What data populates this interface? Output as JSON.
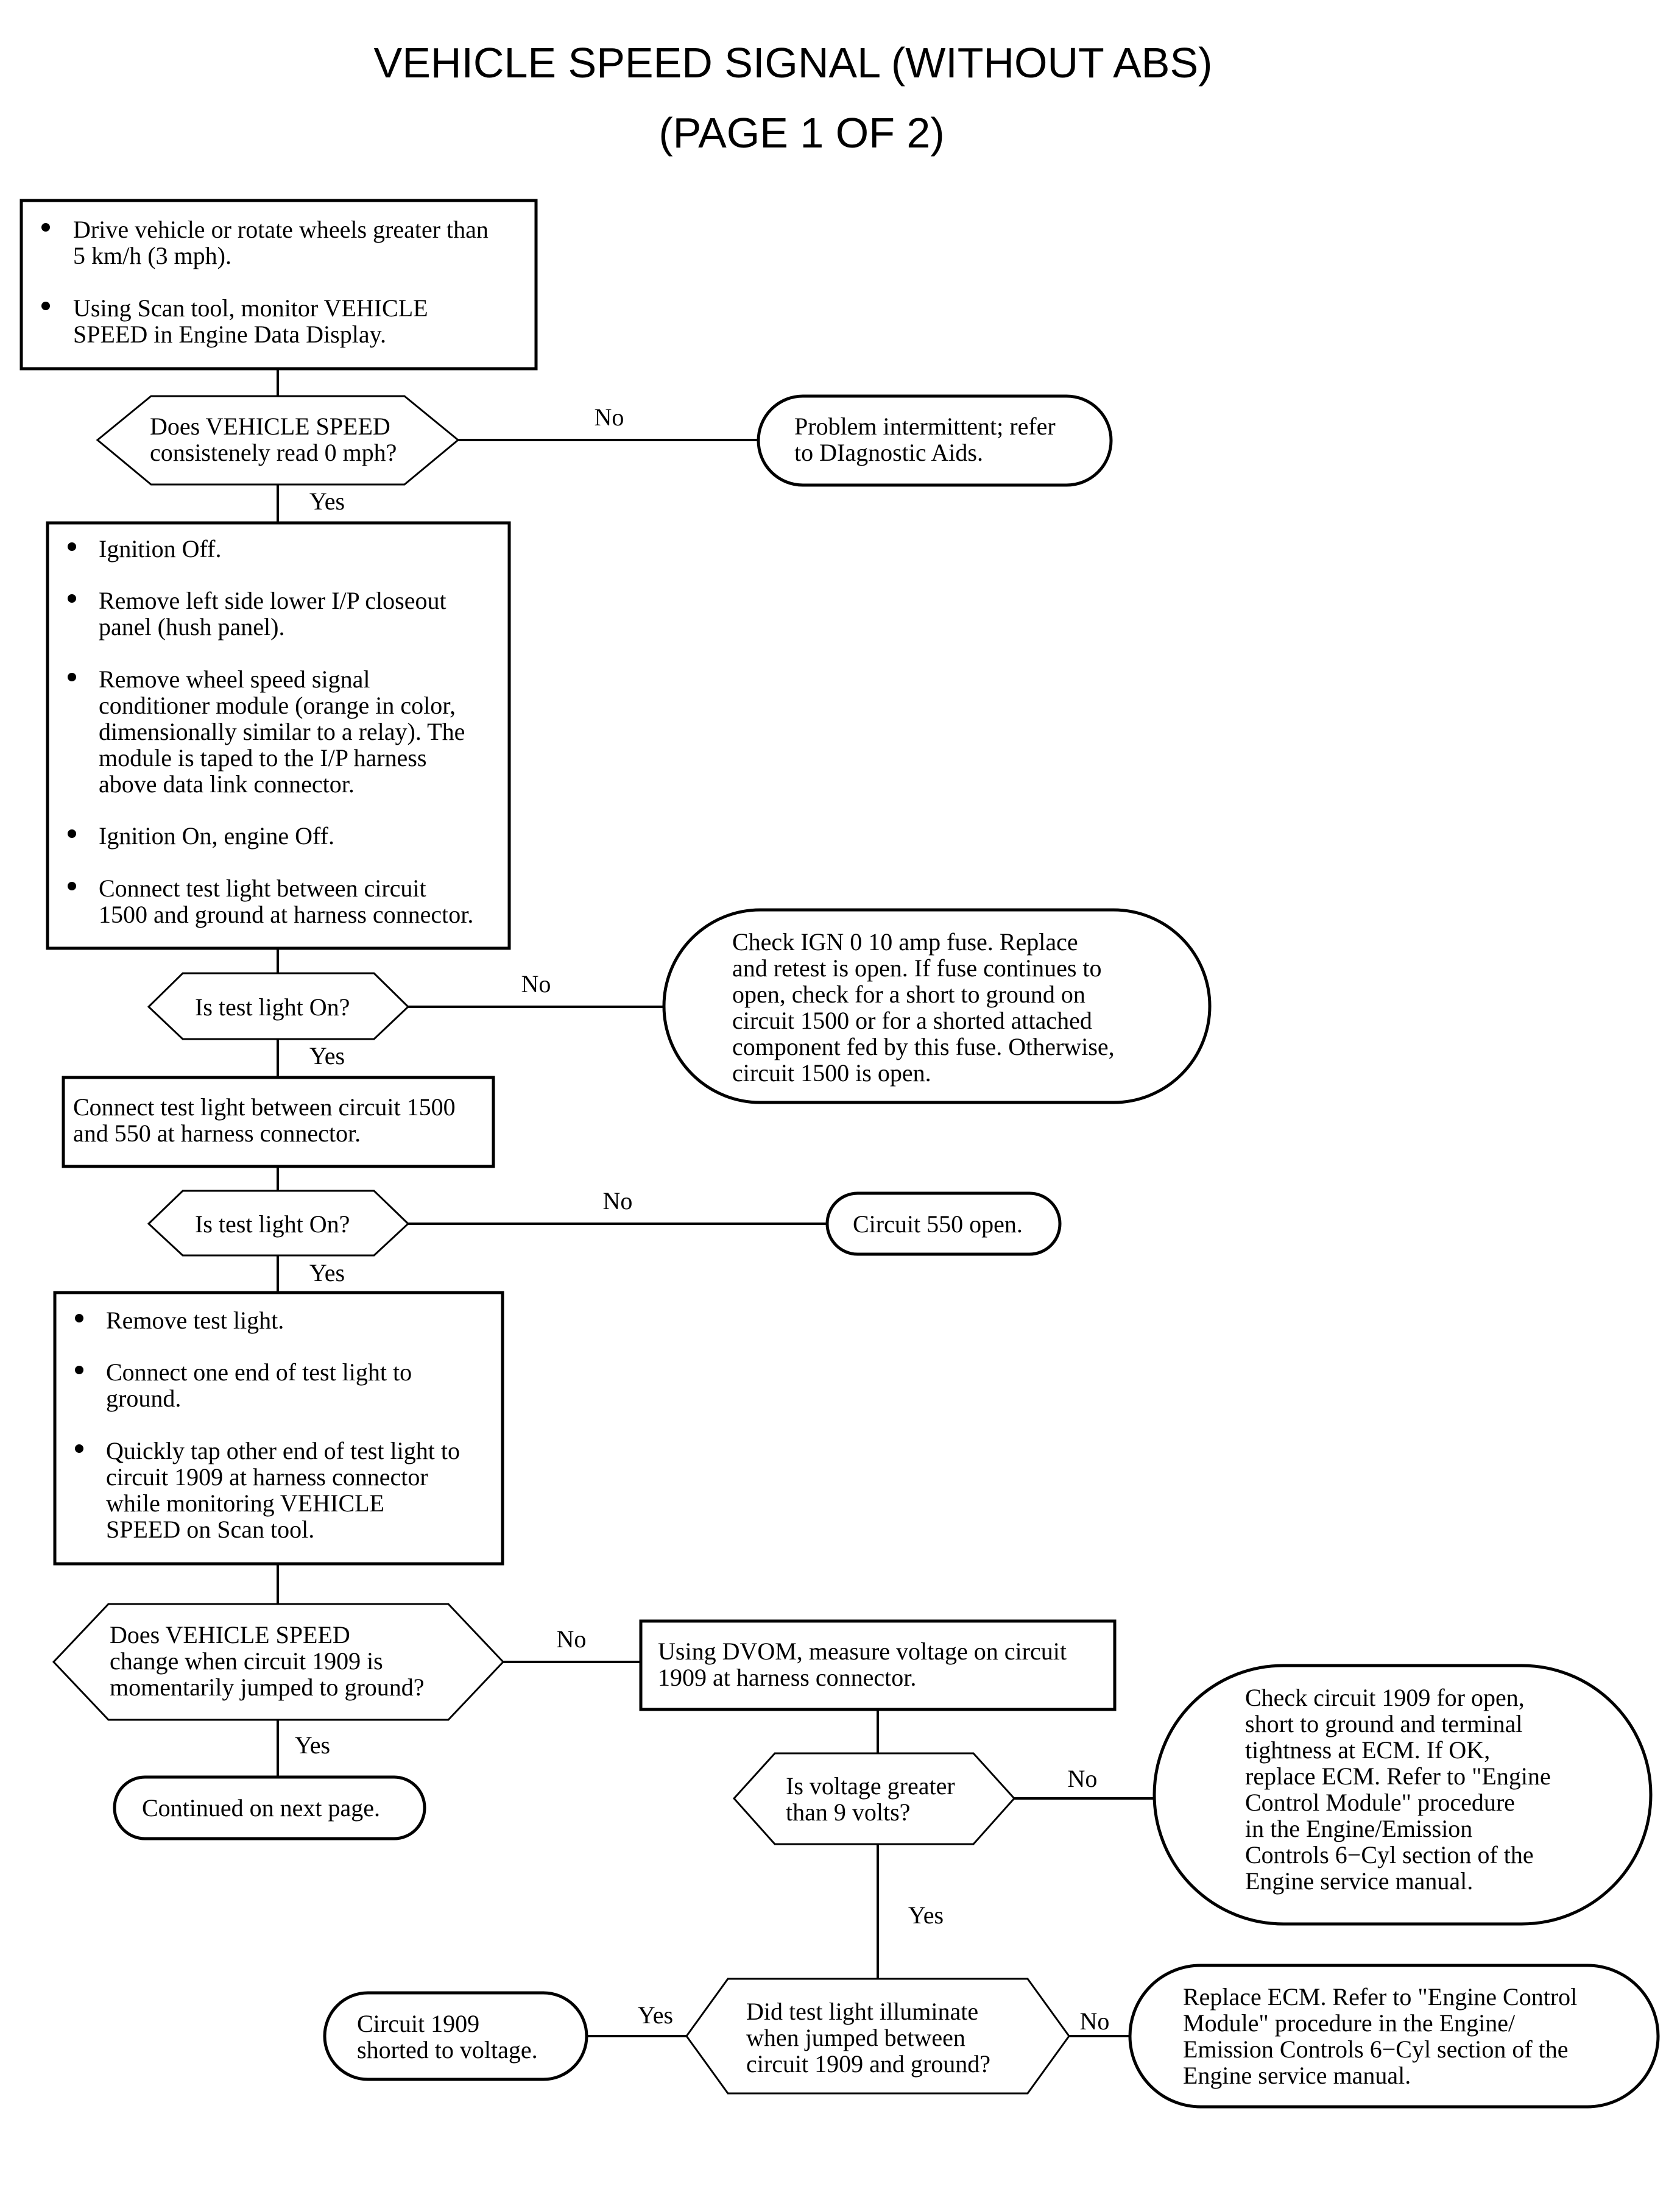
{
  "title": {
    "line1": "VEHICLE SPEED SIGNAL (WITHOUT ABS)",
    "line2": "(PAGE 1 OF 2)"
  },
  "labels": {
    "yes": "Yes",
    "no": "No"
  },
  "steps": {
    "box1": [
      [
        "Drive vehicle or rotate wheels greater than",
        "5 km/h (3 mph)."
      ],
      [
        "Using Scan tool, monitor VEHICLE",
        "SPEED in Engine Data Display."
      ]
    ],
    "box2": [
      [
        "Ignition Off."
      ],
      [
        "Remove left side lower I/P closeout",
        "panel (hush panel)."
      ],
      [
        "Remove wheel speed signal",
        "conditioner module (orange in color,",
        "dimensionally similar to a relay). The",
        "module is taped to the I/P harness",
        "above data link connector."
      ],
      [
        "Ignition On, engine Off."
      ],
      [
        "Connect test light between circuit",
        "1500 and ground at harness connector."
      ]
    ],
    "box3": [
      "Connect test light between circuit 1500",
      "and 550 at harness connector."
    ],
    "box4": [
      [
        "Remove test light."
      ],
      [
        "Connect one end of test light to",
        "ground."
      ],
      [
        "Quickly tap other end of test light to",
        "circuit 1909 at harness connector",
        "while monitoring VEHICLE",
        "SPEED on Scan tool."
      ]
    ],
    "box5": [
      "Using DVOM, measure voltage on circuit",
      "1909 at harness connector."
    ]
  },
  "decisions": {
    "d1": [
      "Does VEHICLE SPEED",
      "consistenely read 0 mph?"
    ],
    "d2": [
      "Is test light On?"
    ],
    "d3": [
      "Is test light On?"
    ],
    "d4": [
      "Does VEHICLE SPEED",
      "change when circuit 1909 is",
      "momentarily jumped to ground?"
    ],
    "d5": [
      "Is voltage greater",
      "than 9 volts?"
    ],
    "d6": [
      "Did test light illuminate",
      "when jumped between",
      "circuit 1909 and ground?"
    ]
  },
  "outcomes": {
    "t1": [
      "Problem intermittent; refer",
      "to DIagnostic Aids."
    ],
    "t2": [
      "Check IGN 0 10 amp fuse. Replace",
      "and retest is open. If fuse continues to",
      "open, check for a short to ground on",
      "circuit 1500 or for a shorted attached",
      "component fed by this fuse. Otherwise,",
      "circuit 1500 is open."
    ],
    "t3": [
      "Circuit 550 open."
    ],
    "t4": [
      "Continued on next page."
    ],
    "t5": [
      "Check circuit 1909 for open,",
      "short to ground and terminal",
      "tightness at ECM. If OK,",
      "replace ECM. Refer to \"Engine",
      "Control Module\" procedure",
      "in the Engine/Emission",
      "Controls 6−Cyl section of the",
      "Engine service manual."
    ],
    "t6": [
      "Circuit 1909",
      "shorted to voltage."
    ],
    "t7": [
      "Replace ECM. Refer to \"Engine Control",
      "Module\" procedure in the Engine/",
      "Emission Controls 6−Cyl section of the",
      "Engine service manual."
    ]
  }
}
